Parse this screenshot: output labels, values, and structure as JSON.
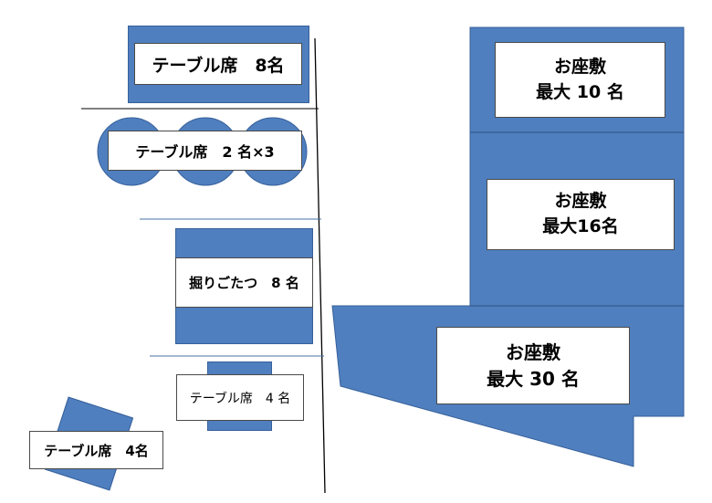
{
  "colors": {
    "seat_fill": "#4f7fbf",
    "seat_border": "#37609a",
    "divider": "#4a6fa5",
    "line": "#000000"
  },
  "tables": {
    "t8": "テーブル席　8名",
    "t2x3": "テーブル席　2 名×3",
    "horigotatsu": "掘りごたつ　8 名",
    "t4_right": "テーブル席　4 名",
    "t4_left": "テーブル席　4名"
  },
  "zashiki": {
    "room1": {
      "title": "お座敷",
      "capacity": "最大 10 名"
    },
    "room2": {
      "title": "お座敷",
      "capacity": "最大16名"
    },
    "room3": {
      "title": "お座敷",
      "capacity": "最大 30 名"
    }
  }
}
